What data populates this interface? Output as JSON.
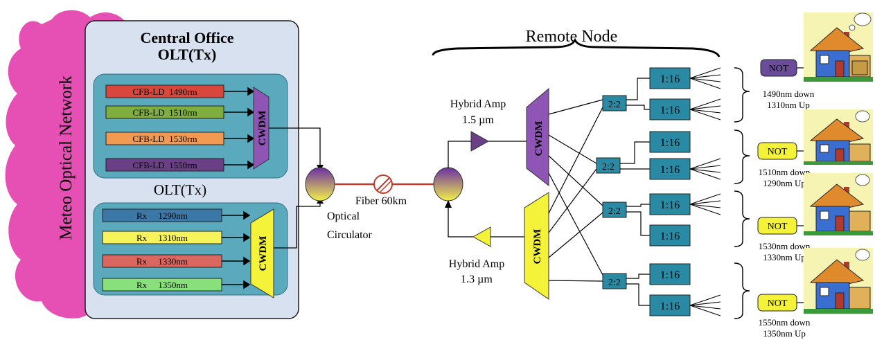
{
  "cloud_label": "Meteo Optical Network",
  "central_office": {
    "title_line1": "Central Office",
    "title_line2": "OLT(Tx)",
    "rx_label": "OLT(Tx)"
  },
  "transmitters": [
    {
      "label": "CFB-LD  1490rm",
      "color": "#d9473c"
    },
    {
      "label": "CFB-LD  1510rm",
      "color": "#7fae3e"
    },
    {
      "label": "CFB-LD  1530rm",
      "color": "#f39a52"
    },
    {
      "label": "CFB-LD  1550rm",
      "color": "#6a3f86"
    }
  ],
  "receivers": [
    {
      "label": "Rx     1290nm",
      "color": "#3b78a8"
    },
    {
      "label": "Rx     1310nm",
      "color": "#f7f35a"
    },
    {
      "label": "Rx     1330nm",
      "color": "#d9675f"
    },
    {
      "label": "Rx     1350nm",
      "color": "#88e07a"
    }
  ],
  "mux_label": "CWDM",
  "circulator": {
    "line1": "Optical",
    "line2": "Circulator"
  },
  "fiber_label": "Fiber 60km",
  "remote_node_label": "Remote Node",
  "amp_down": {
    "line1": "Hybrid Amp",
    "line2": "1.5 µm"
  },
  "amp_up": {
    "line1": "Hybrid Amp",
    "line2": "1.3 µm"
  },
  "coupler_label": "2:2",
  "splitter_label": "1:16",
  "not_label": "NOT",
  "houses": [
    {
      "down": "1490nm down",
      "up": "1310nm Up",
      "not_color": "#6b4c9a",
      "not_text_color": "#ffffff"
    },
    {
      "down": "1510nm down",
      "up": "1290nm Up",
      "not_color": "#f5f23a",
      "not_text_color": "#000000"
    },
    {
      "down": "1530nm down",
      "up": "1330nm Up",
      "not_color": "#f5f23a",
      "not_text_color": "#000000"
    },
    {
      "down": "1550nm down",
      "up": "1350nm Up",
      "not_color": "#f5f23a",
      "not_text_color": "#000000"
    }
  ],
  "colors": {
    "cloud": "#e64fb4",
    "office_bg": "#d8e1ef",
    "tx_panel": "#5aa9bd",
    "node_box": "#2a8aa3",
    "purple": "#8e55b5",
    "yellow": "#f5f23a",
    "fiber": "#c0392b"
  }
}
